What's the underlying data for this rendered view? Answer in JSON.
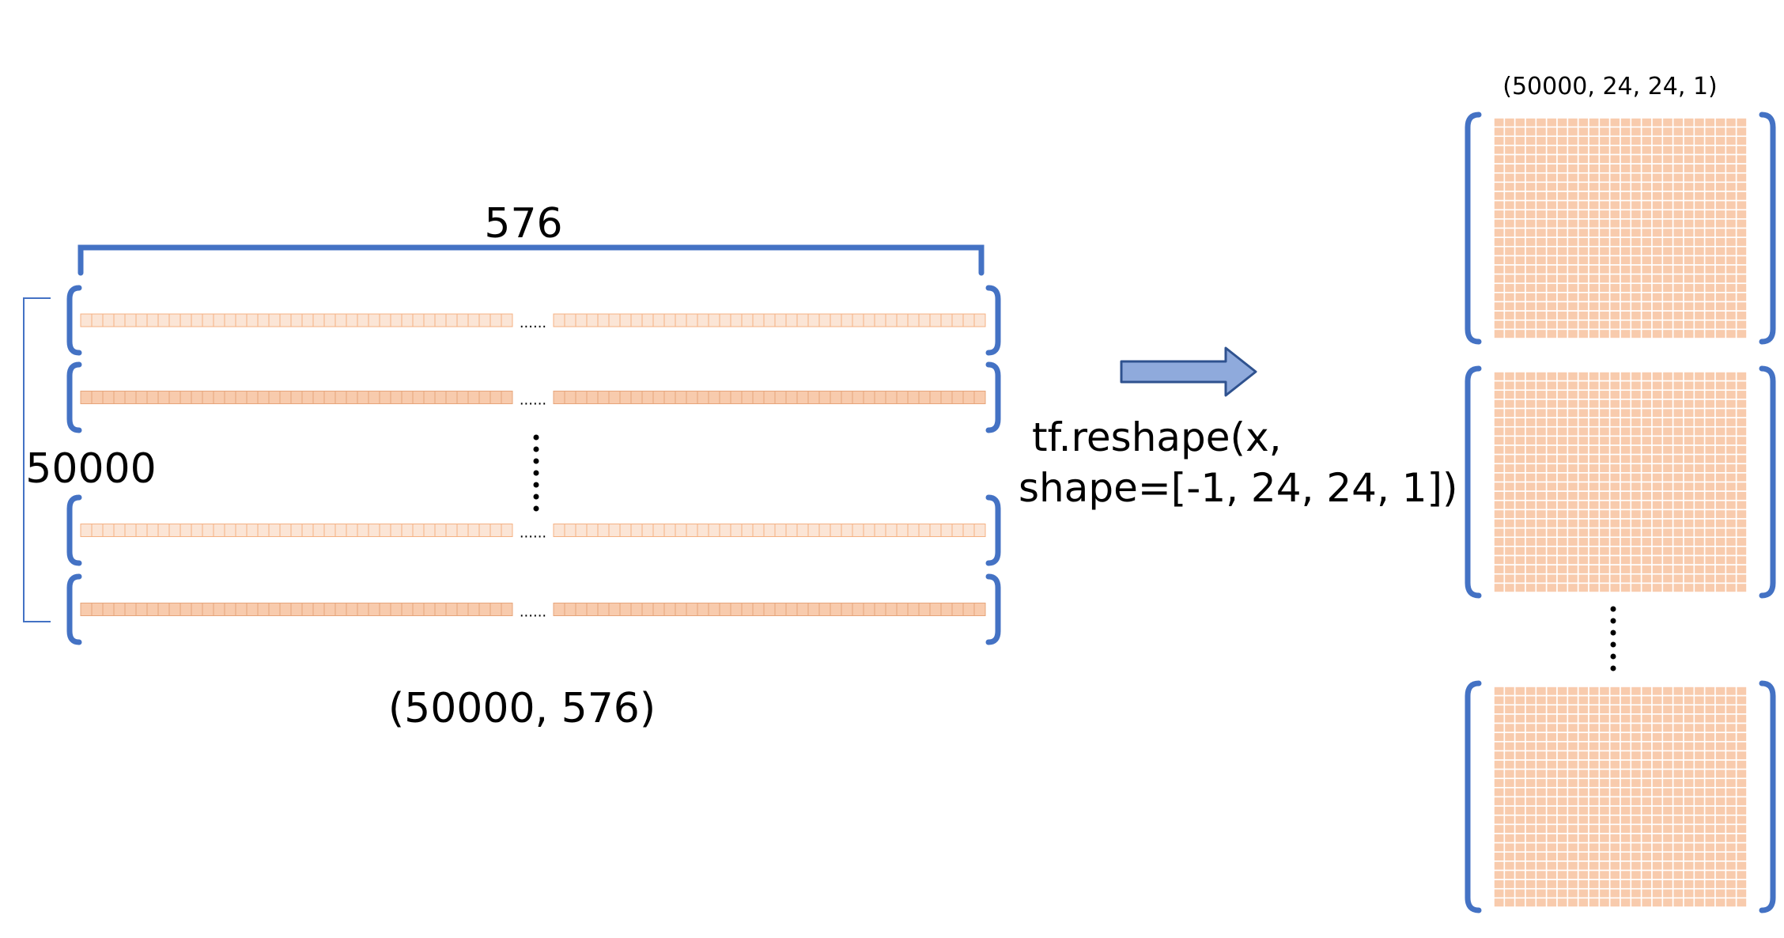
{
  "left": {
    "top_label": "576",
    "side_label": "50000",
    "bottom_label": "(50000, 576)",
    "gap_dots": "......",
    "rows": [
      {
        "fill": "#fbe5d6",
        "stroke": "#f4b183"
      },
      {
        "fill": "#f8cbad",
        "stroke": "#e6a47a"
      },
      {
        "fill": "#fbe5d6",
        "stroke": "#f4b183"
      },
      {
        "fill": "#f8cbad",
        "stroke": "#e6a47a"
      }
    ]
  },
  "operation": {
    "line1": "tf.reshape(x,",
    "line2": "shape=[-1, 24, 24, 1])"
  },
  "right": {
    "top_label": "(50000, 24, 24, 1)",
    "grid_size": 24,
    "grid_count": 3
  },
  "colors": {
    "brace": "#4472c4",
    "arrow_fill": "#8faadc",
    "arrow_stroke": "#2f528f",
    "grid_fill": "#f8cbad",
    "grid_line": "#ffffff"
  }
}
